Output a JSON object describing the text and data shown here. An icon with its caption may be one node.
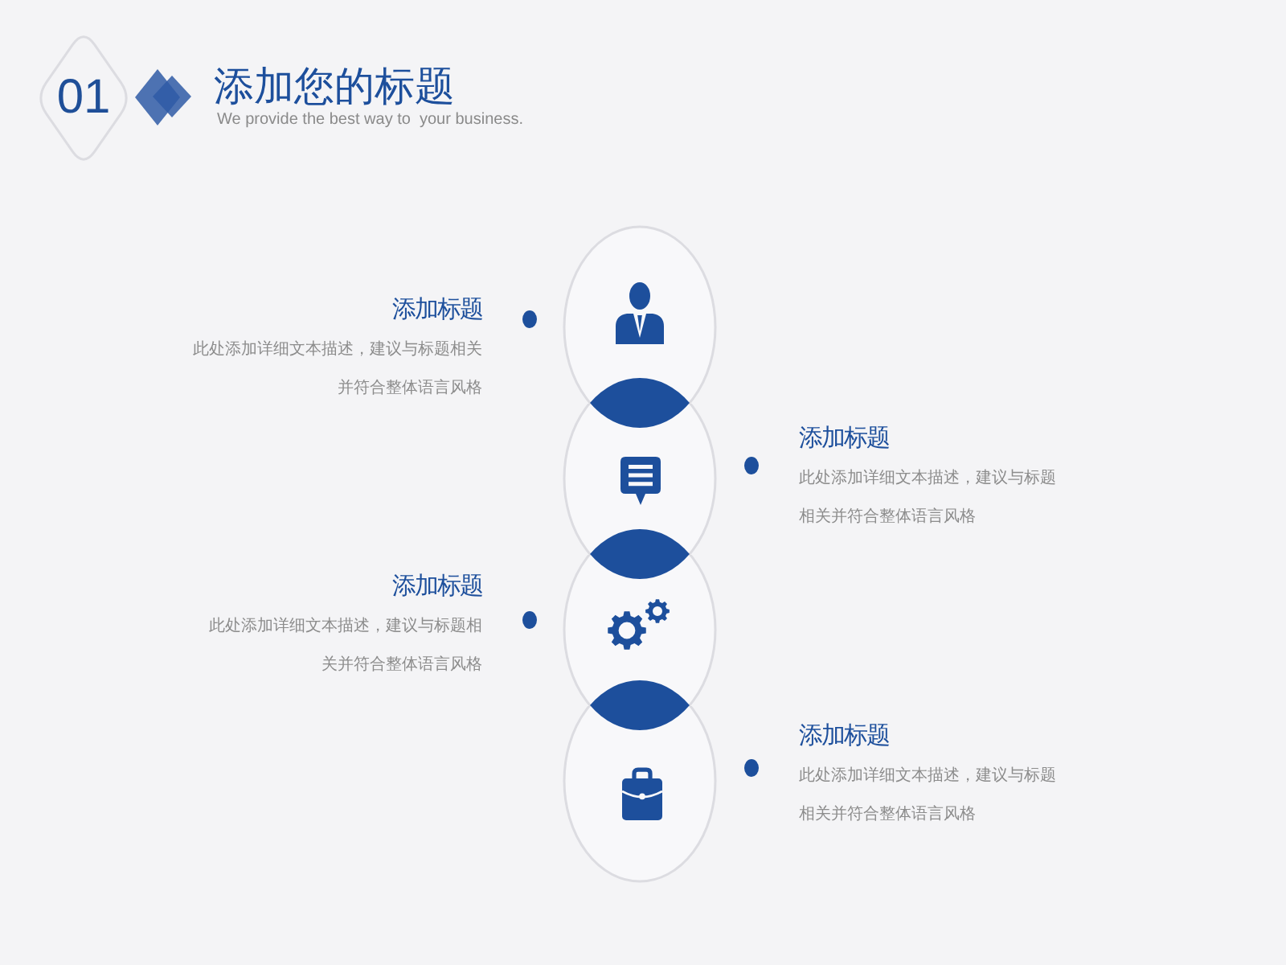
{
  "diagram": {
    "title": "添加您的标题",
    "nodes": [
      {
        "text": [
          "01"
        ]
      },
      {
        "text": [],
        "shape": "circle",
        "beside": [
          "添加标题",
          "此处添加详细文本描述，建议与标题相关并符合整体语言风格"
        ]
      },
      {
        "text": [],
        "shape": "circle",
        "beside": [
          "添加标题",
          "此处添加详细文本描述，建议与标题相关并符合整体语言风格"
        ]
      },
      {
        "text": [],
        "shape": "circle",
        "beside": [
          "添加标题",
          "此处添加详细文本描述，建议与标题相关并符合整体语言风格"
        ]
      },
      {
        "text": [],
        "shape": "circle",
        "beside": [
          "添加标题",
          "此处添加详细文本描述，建议与标题相关并符合整体语言风格"
        ]
      }
    ],
    "labels": [
      "We provide the best way to  your business."
    ]
  }
}
